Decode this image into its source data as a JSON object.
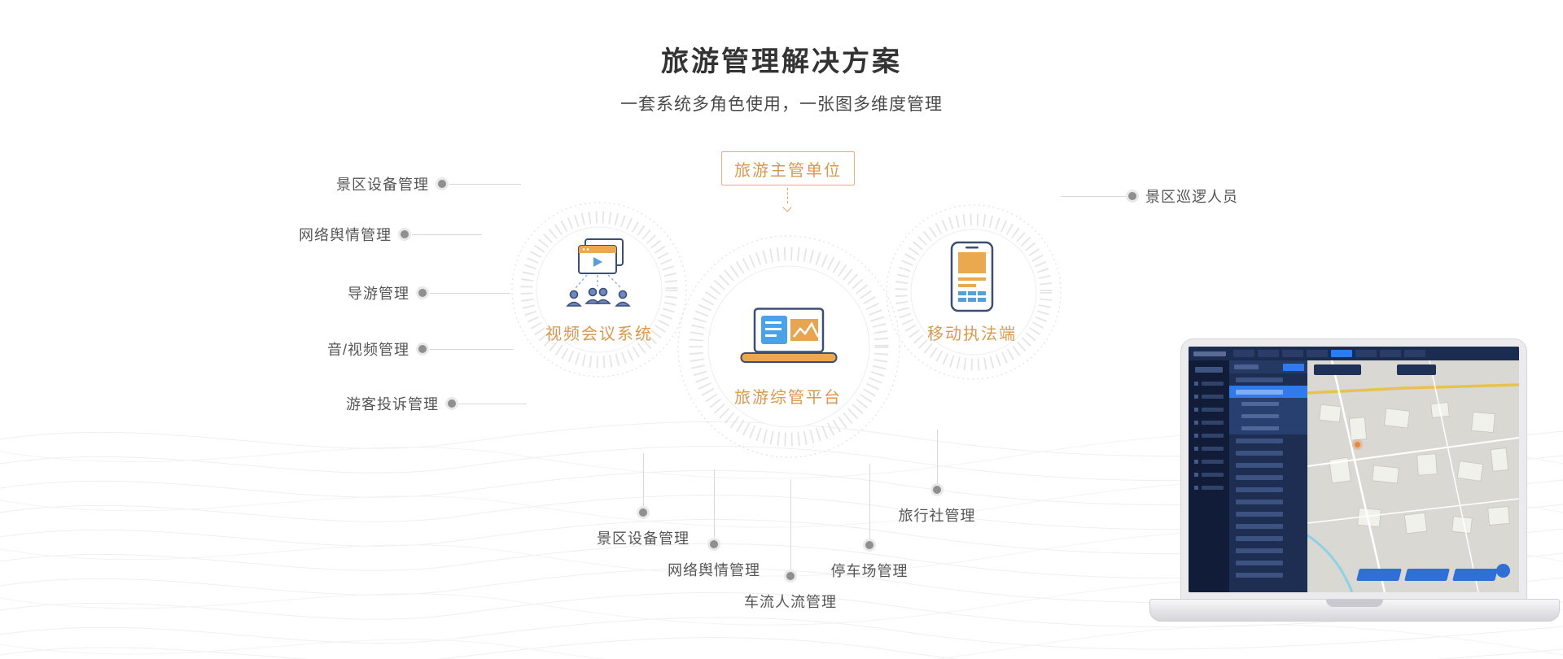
{
  "page": {
    "title": "旅游管理解决方案",
    "subtitle": "一套系统多角色使用，一张图多维度管理"
  },
  "diagram": {
    "authority_box": "旅游主管单位",
    "node_left": "视频会议系统",
    "node_center": "旅游综管平台",
    "node_right": "移动执法端",
    "left_labels": [
      "景区设备管理",
      "网络舆情管理",
      "导游管理",
      "音/视频管理",
      "游客投诉管理"
    ],
    "right_labels": [
      "景区巡逻人员"
    ],
    "bottom_labels": [
      "景区设备管理",
      "网络舆情管理",
      "车流人流管理",
      "停车场管理",
      "旅行社管理"
    ]
  },
  "icons": {
    "left_node": "video-conference-icon",
    "center_node": "platform-laptop-icon",
    "right_node": "mobile-enforcement-phone-icon",
    "authority_arrow": "dashed-down-arrow-icon"
  },
  "colors": {
    "accent_orange": "#D8994E",
    "icon_navy": "#3D4E73",
    "icon_blue": "#55A0DC",
    "title_text": "#333333",
    "label_text": "#555555",
    "line_gray": "#D8D8D8",
    "dot_gray": "#8F8F8F",
    "dashboard_navy": "#16213B",
    "dashboard_blue": "#2E7BF0"
  }
}
